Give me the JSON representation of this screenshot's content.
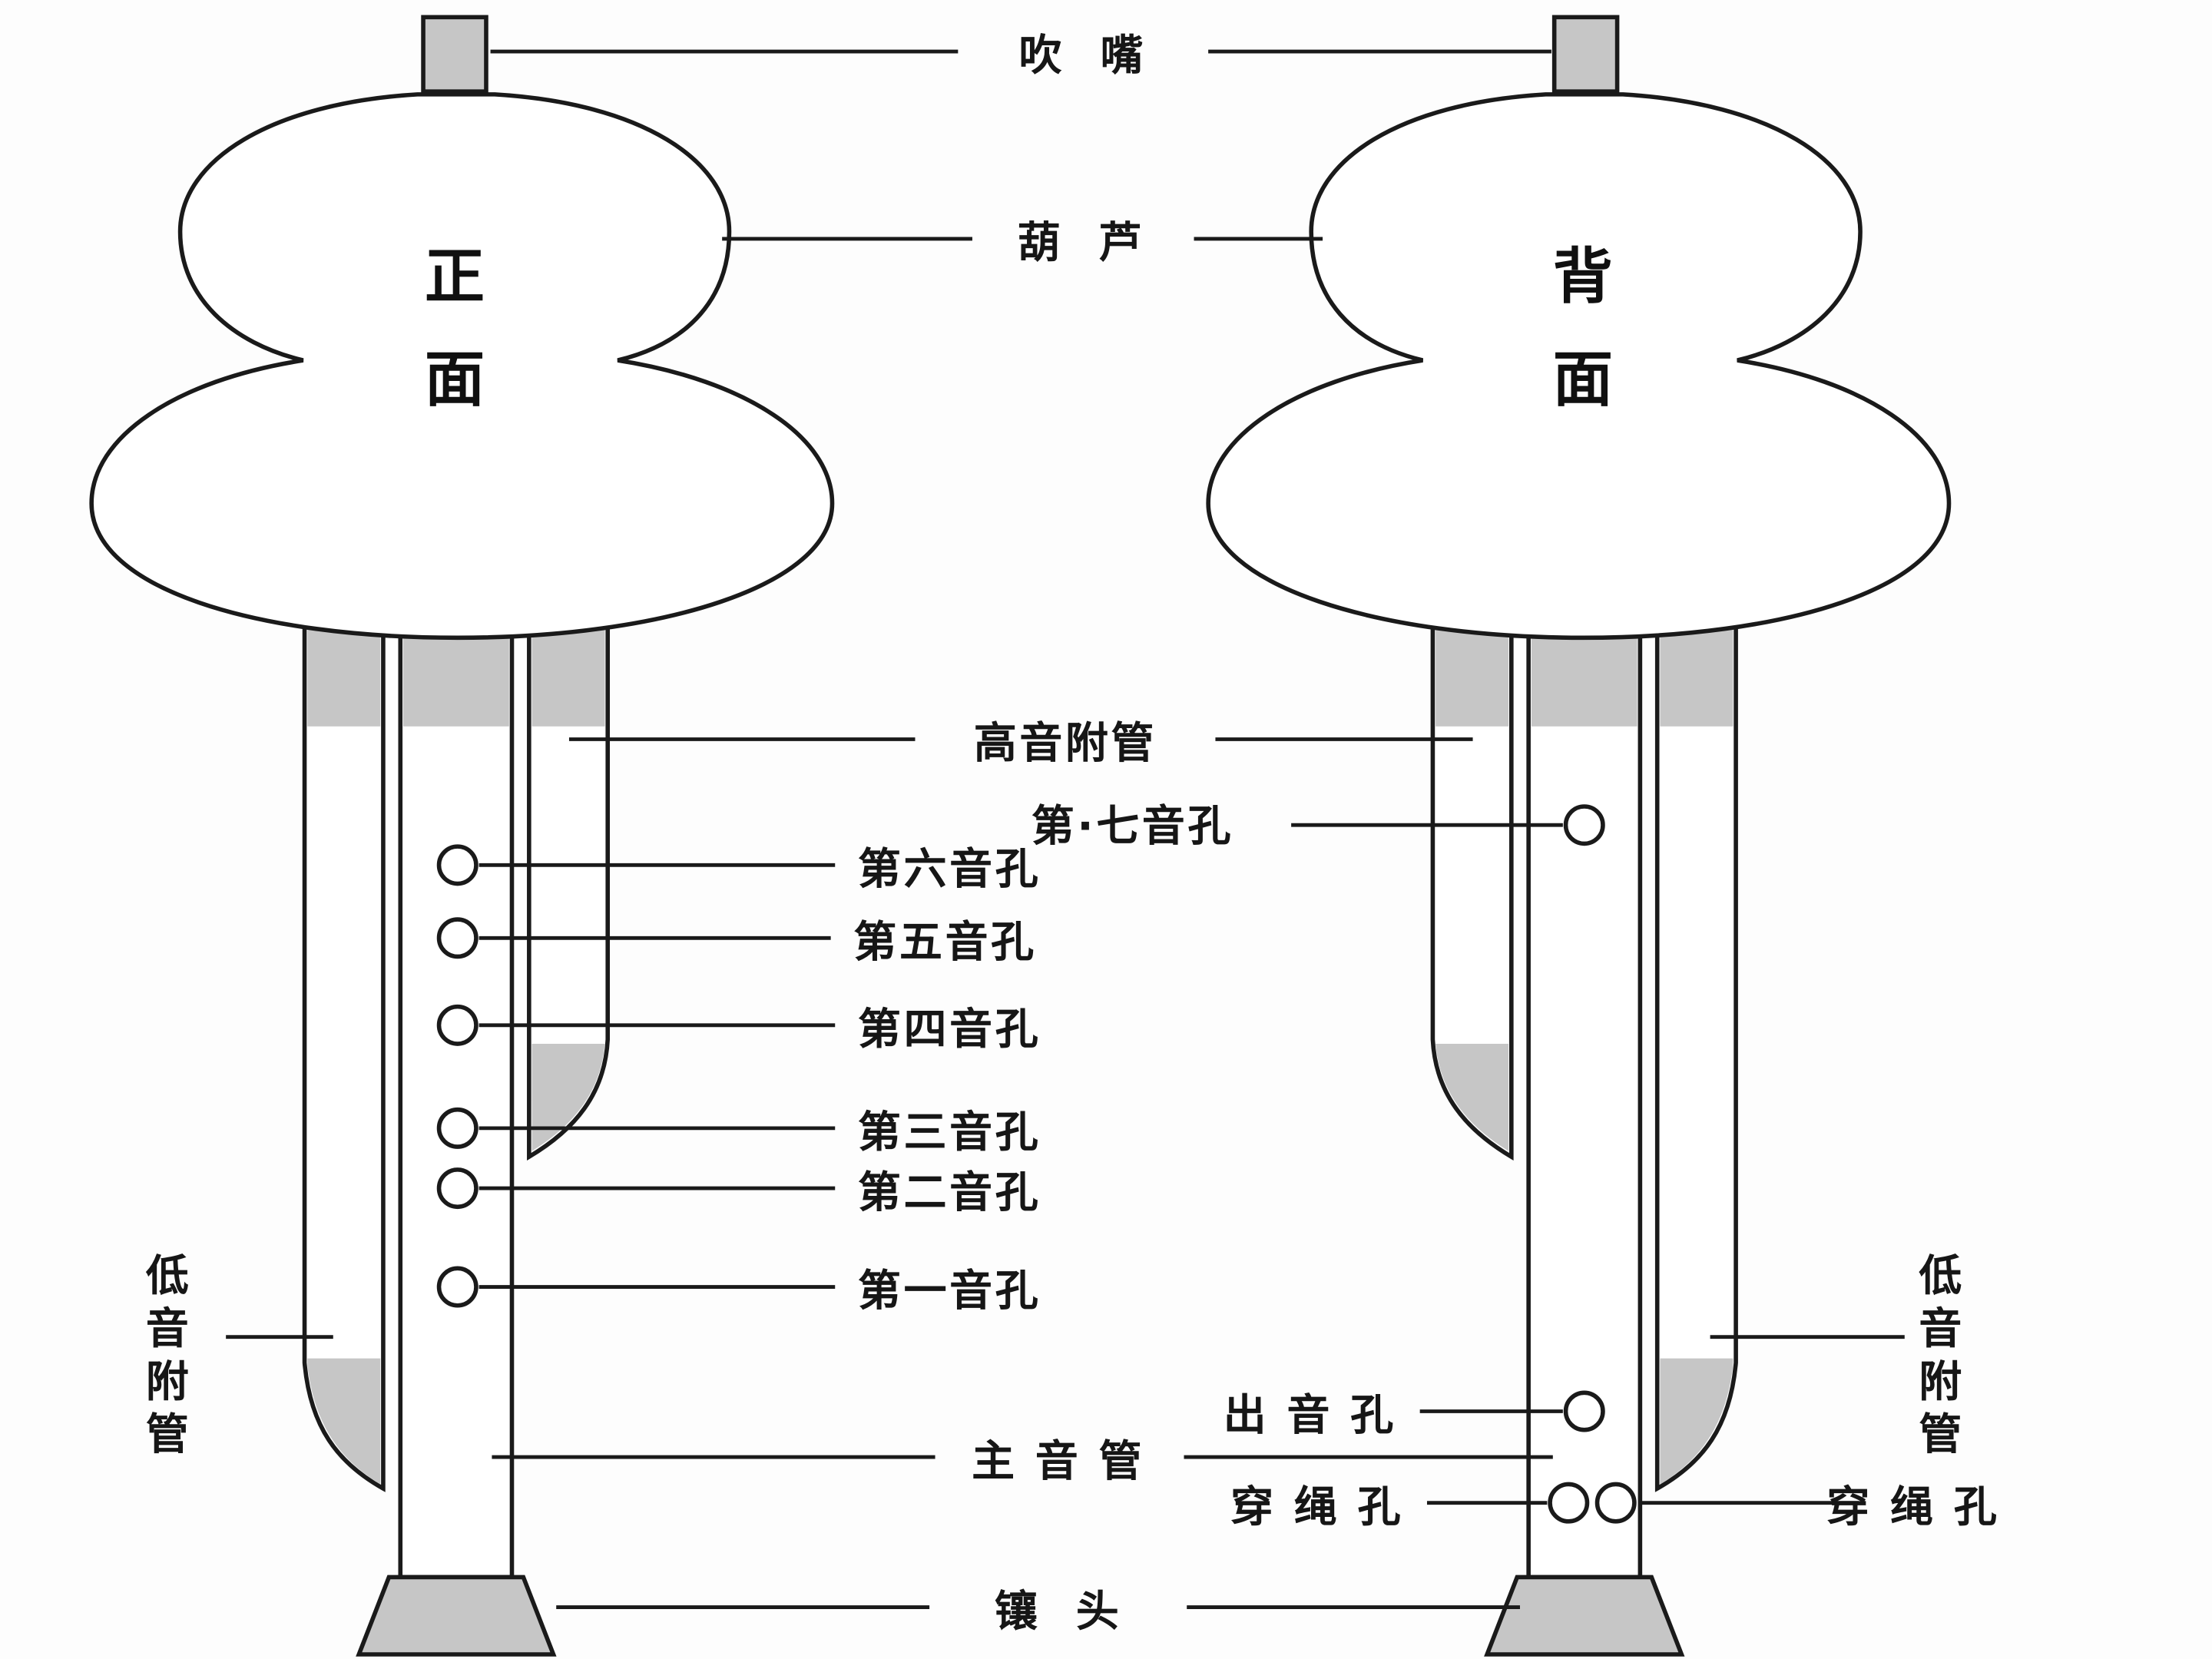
{
  "diagram": {
    "subject": "hulusi-gourd-flute-anatomy",
    "views": {
      "front_caption": "正面",
      "back_caption": "背面"
    },
    "labels": {
      "mouthpiece": "吹  嘴",
      "gourd": "葫  芦",
      "treble_pipe": "高音附管",
      "hole_7": "第·七音孔",
      "hole_6": "第六音孔",
      "hole_5": "第五音孔",
      "hole_4": "第四音孔",
      "hole_3": "第三音孔",
      "hole_2": "第二音孔",
      "hole_1": "第一音孔",
      "bass_pipe_left": "低音附管",
      "sound_hole": "出 音 孔",
      "main_pipe": "主 音 管",
      "rope_hole_left": "穿 绳 孔",
      "rope_hole_right": "穿 绳 孔",
      "bass_pipe_right": "低音附管",
      "end_cap": "镶  头"
    }
  },
  "colors": {
    "outline": "#1a1a1a",
    "gray_fill": "#c6c6c6",
    "background": "#fdfdfd"
  }
}
